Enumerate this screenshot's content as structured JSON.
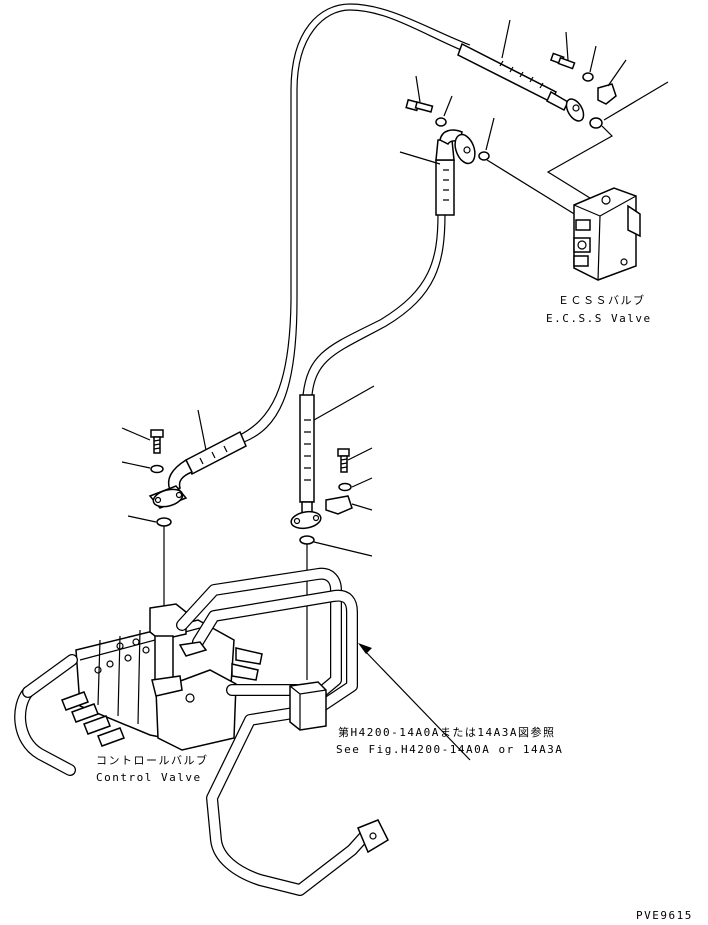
{
  "labels": {
    "ecss_jp": "ＥＣＳＳバルブ",
    "ecss_en": "E.C.S.S Valve",
    "cv_jp": "コントロールバルブ",
    "cv_en": "Control Valve",
    "ref_jp": "第H4200-14A0Aまたは14A3A図参照",
    "ref_en": "See Fig.H4200-14A0A or 14A3A",
    "code": "PVE9615"
  }
}
